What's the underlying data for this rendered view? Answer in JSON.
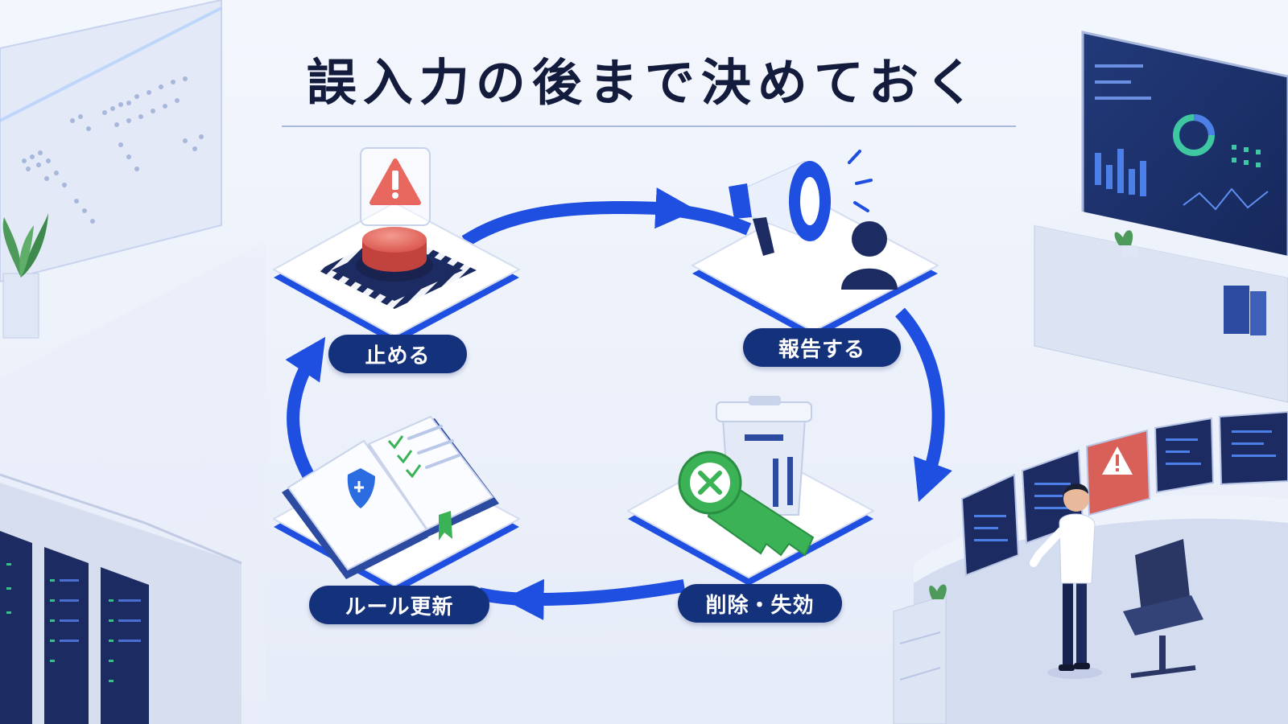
{
  "title": "誤入力の後まで決めておく",
  "steps": [
    {
      "label": "止める",
      "icon": "emergency-stop-button-icon"
    },
    {
      "label": "報告する",
      "icon": "megaphone-person-icon"
    },
    {
      "label": "削除・失効",
      "icon": "trash-can-revoked-key-icon"
    },
    {
      "label": "ルール更新",
      "icon": "rule-book-checklist-icon"
    }
  ],
  "colors": {
    "navy": "#14317c",
    "arrow": "#1f4fe0",
    "alert": "#e8675f",
    "key_green": "#3bb256",
    "background": "#eef2fb"
  }
}
